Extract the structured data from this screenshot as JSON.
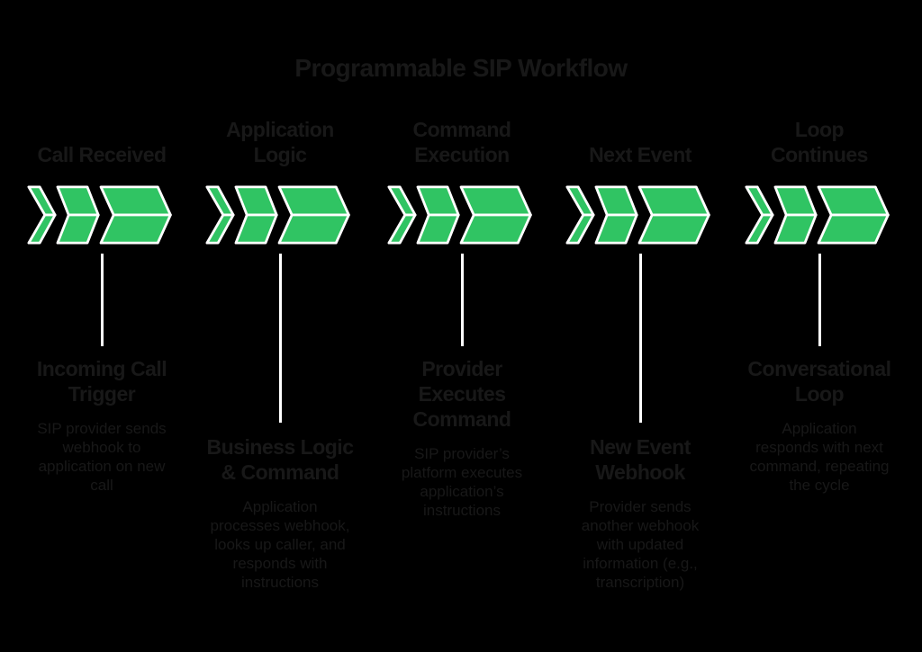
{
  "title": "Programmable SIP Workflow",
  "colors": {
    "arrow_green": "#30C463",
    "outline_white": "#FFFFFF",
    "text": "#181818",
    "background": "#000000"
  },
  "columns": [
    {
      "stage_label": "Call Received",
      "desc_heading": "Incoming Call\nTrigger",
      "desc_body": "SIP provider sends\nwebhook to\napplication on new\ncall"
    },
    {
      "stage_label": "Application\nLogic",
      "desc_heading": "Business Logic\n& Command",
      "desc_body": "Application\nprocesses webhook,\nlooks up caller, and\nresponds with\ninstructions"
    },
    {
      "stage_label": "Command\nExecution",
      "desc_heading": "Provider\nExecutes\nCommand",
      "desc_body": "SIP provider’s\nplatform executes\napplication’s\ninstructions"
    },
    {
      "stage_label": "Next Event",
      "desc_heading": "New Event\nWebhook",
      "desc_body": "Provider sends\nanother webhook\nwith updated\ninformation (e.g.,\ntranscription)"
    },
    {
      "stage_label": "Loop\nContinues",
      "desc_heading": "Conversational\nLoop",
      "desc_body": "Application\nresponds with next\ncommand, repeating\nthe cycle"
    }
  ]
}
